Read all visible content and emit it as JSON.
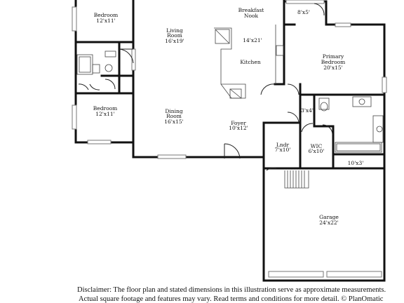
{
  "rooms": {
    "bedroom_upper": {
      "name": "Bedroom",
      "dims": "12'x11'"
    },
    "bedroom_lower": {
      "name": "Bedroom",
      "dims": "12'x11'"
    },
    "living": {
      "name1": "Living",
      "name2": "Room",
      "dims": "16'x19'"
    },
    "breakfast": {
      "name1": "Breakfast",
      "name2": "Nook"
    },
    "nook_dims": {
      "dims": "14'x21'"
    },
    "kitchen": {
      "name": "Kitchen"
    },
    "small_top": {
      "dims": "8'x5'"
    },
    "primary": {
      "name1": "Primary",
      "name2": "Bedroom",
      "dims": "20'x15'"
    },
    "dining": {
      "name1": "Dining",
      "name2": "Room",
      "dims": "16'x15'"
    },
    "foyer": {
      "name": "Foyer",
      "dims": "10'x12'"
    },
    "hall": {
      "dims": "3'x4'"
    },
    "lndr": {
      "name": "Lndr",
      "dims": "7'x10'"
    },
    "wic": {
      "name": "WIC",
      "dims": "6'x10'"
    },
    "bath_primary": {
      "dims": "10'x3'"
    },
    "garage": {
      "name": "Garage",
      "dims": "24'x22'"
    }
  },
  "disclaimer": {
    "line1": "Disclaimer: The floor plan and stated dimensions in this illustration serve as approximate measurements.",
    "line2": "Actual square footage and features may vary. Read terms and conditions for more detail. © PlanOmatic"
  }
}
